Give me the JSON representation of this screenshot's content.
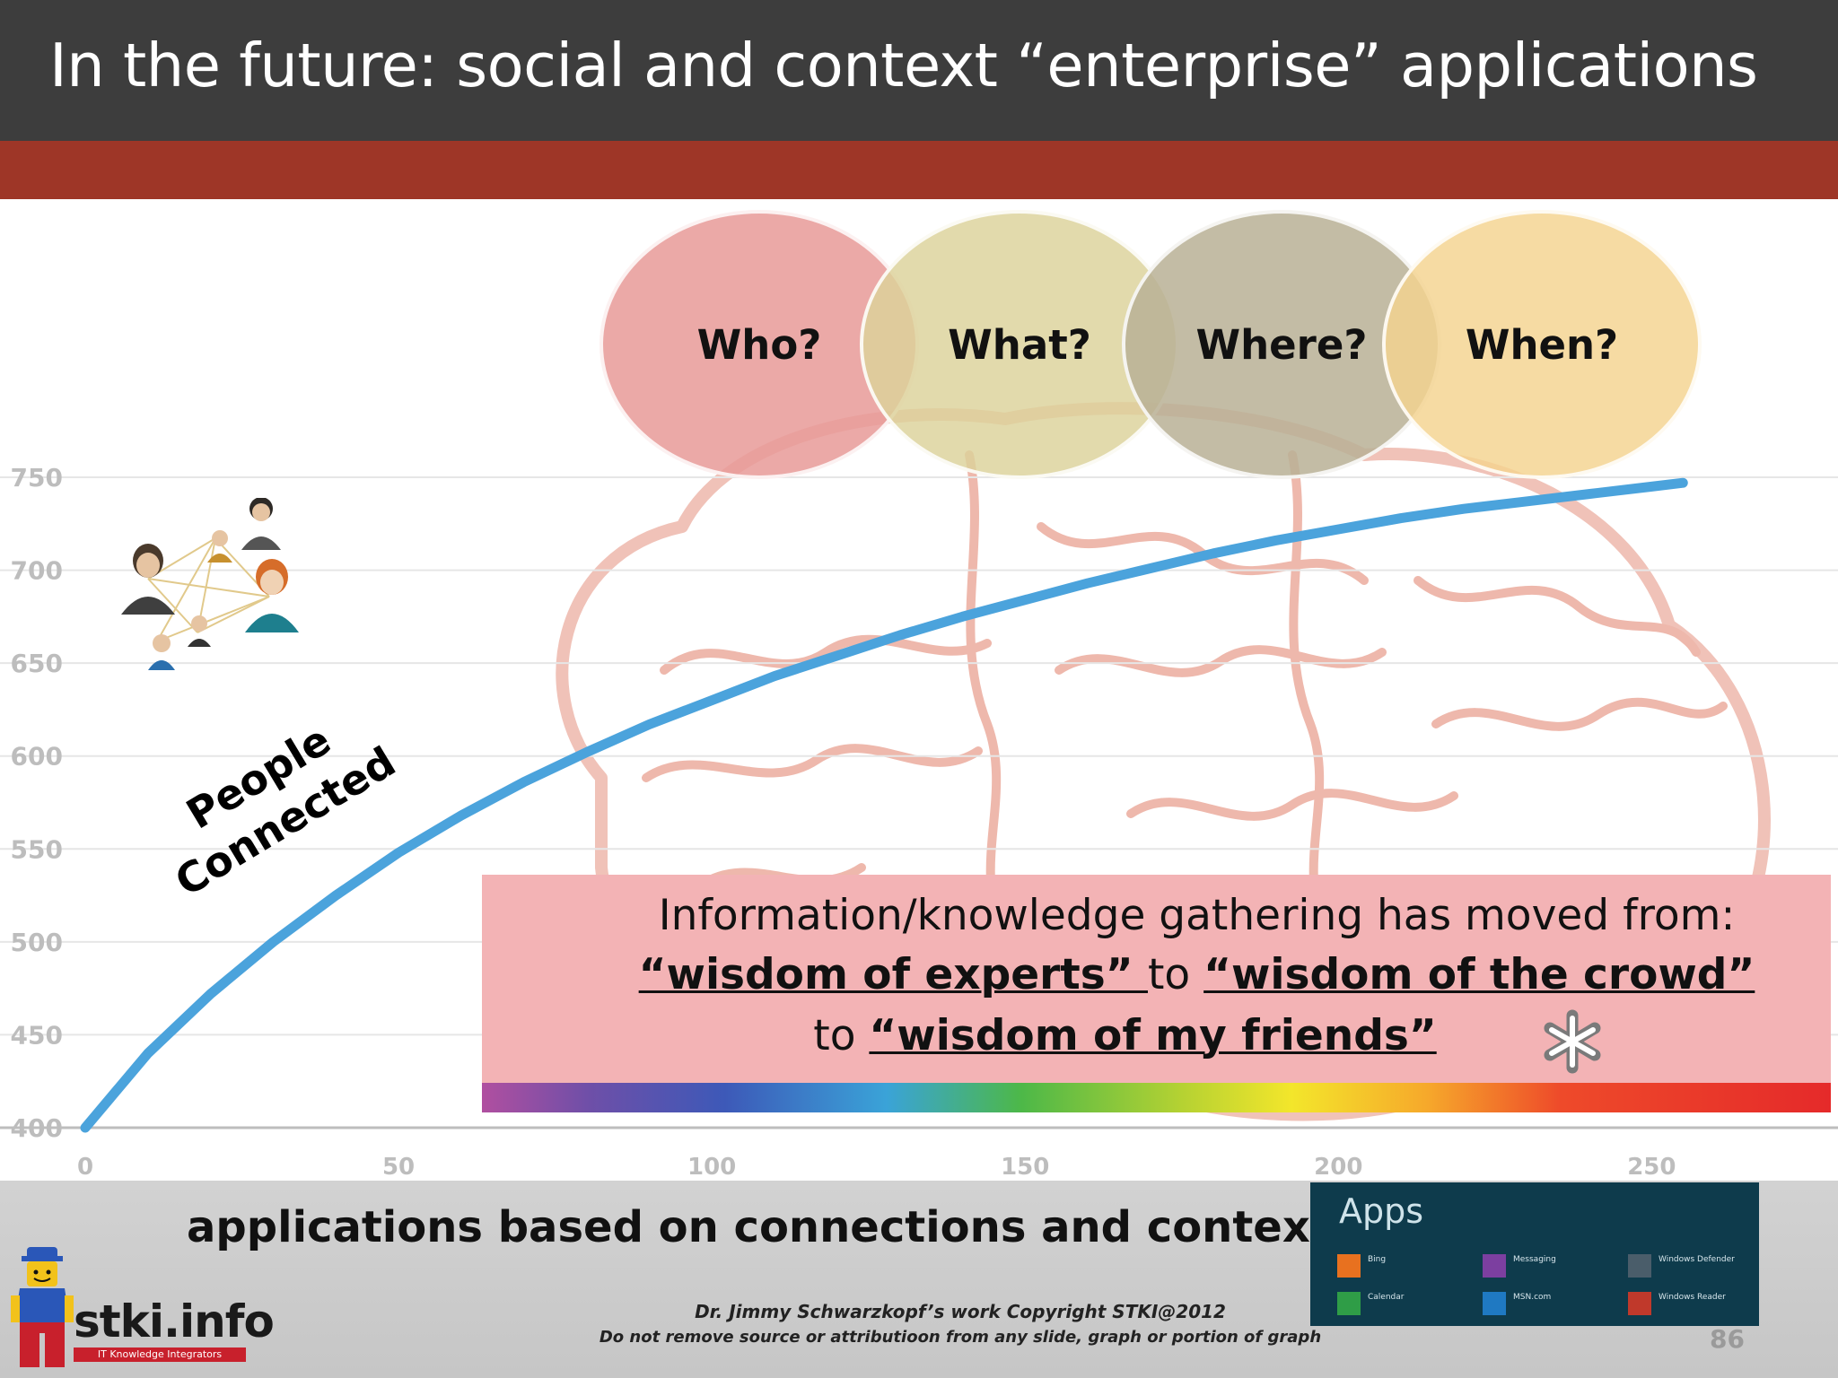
{
  "slide": {
    "title": "In the future: social and context “enterprise” applications",
    "page_number": "86"
  },
  "circles": [
    {
      "label": "Who?",
      "color": "#e79a98"
    },
    {
      "label": "What?",
      "color": "#dcd29a"
    },
    {
      "label": "Where?",
      "color": "#b9b095"
    },
    {
      "label": "When?",
      "color": "#f4d38f"
    }
  ],
  "people_label": {
    "line1": "People",
    "line2": "Connected"
  },
  "info_box": {
    "line1": "Information/knowledge  gathering has moved from:",
    "line2_a": "“wisdom of experts” ",
    "line2_b": "to ",
    "line2_c": "“wisdom of the crowd”",
    "line3_a": "to ",
    "line3_b": "“wisdom of my friends”"
  },
  "footer": {
    "headline": "applications based on connections and context",
    "credit_line1": "Dr. Jimmy Schwarzkopf’s work  Copyright STKI@2012",
    "credit_line2": "Do not remove source or attributioon from any slide, graph or portion of graph",
    "logo_text": "stki.info",
    "logo_tagline": "IT Knowledge Integrators"
  },
  "apps_panel": {
    "title": "Apps",
    "items": [
      {
        "label": "Bing",
        "color": "#e8711f",
        "icon": "bing-icon"
      },
      {
        "label": "Messaging",
        "color": "#7c3fa0",
        "icon": "messaging-icon"
      },
      {
        "label": "Windows Defender",
        "color": "#4a5d6a",
        "icon": "windows-defender-icon"
      },
      {
        "label": "Calendar",
        "color": "#2f9d47",
        "icon": "calendar-icon"
      },
      {
        "label": "MSN.com",
        "color": "#1f79c2",
        "icon": "msn-icon"
      },
      {
        "label": "Windows Reader",
        "color": "#c0392b",
        "icon": "windows-reader-icon"
      }
    ]
  },
  "chart_data": {
    "type": "line",
    "x": [
      0,
      10,
      20,
      30,
      40,
      50,
      60,
      70,
      80,
      90,
      100,
      110,
      120,
      130,
      140,
      150,
      160,
      170,
      180,
      190,
      200,
      210,
      220,
      230,
      240,
      250,
      255
    ],
    "series": [
      {
        "values": [
          400,
          440,
          472,
          500,
          525,
          548,
          568,
          586,
          602,
          617,
          630,
          643,
          654,
          665,
          675,
          684,
          693,
          701,
          709,
          716,
          722,
          728,
          733,
          737,
          741,
          745,
          747
        ],
        "color": "#4ba3dc"
      }
    ],
    "x_ticks": [
      "0",
      "50",
      "100",
      "150",
      "200",
      "250"
    ],
    "y_ticks": [
      "400",
      "450",
      "500",
      "550",
      "600",
      "650",
      "700",
      "750"
    ],
    "xlim": [
      0,
      270
    ],
    "ylim": [
      400,
      750
    ],
    "grid": true
  }
}
